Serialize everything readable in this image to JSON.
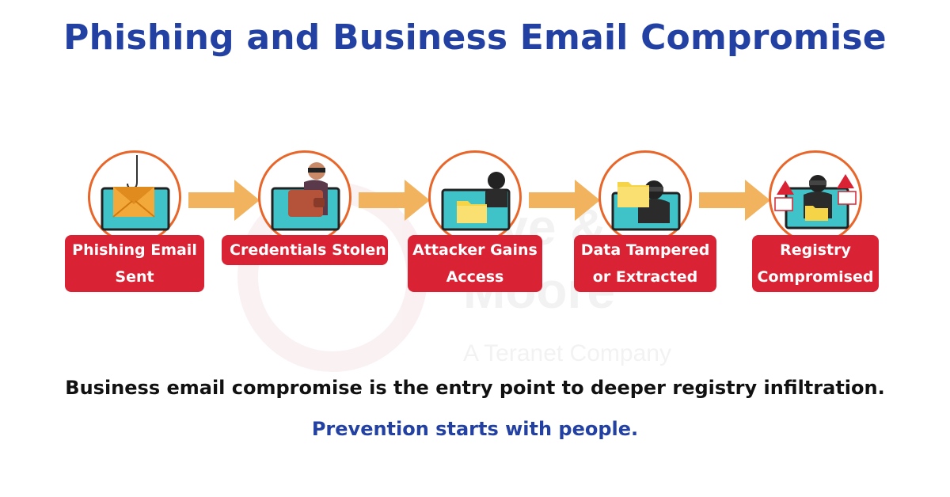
{
  "title": "Phishing and Business Email Compromise",
  "colors": {
    "title": "#2341a3",
    "accent_circle": "#e8662a",
    "arrow": "#f2b35f",
    "label_bg": "#d92233",
    "tagline": "#2341a3",
    "screen": "#3fc3c9"
  },
  "watermark": {
    "line1": "Dye &",
    "line2": "Moore",
    "sub": "A Teranet Company"
  },
  "steps": [
    {
      "lines": [
        "Phishing Email",
        "Sent"
      ],
      "icon": "phishing-email-icon"
    },
    {
      "lines": [
        "Credentials Stolen"
      ],
      "icon": "credentials-thief-icon"
    },
    {
      "lines": [
        "Attacker Gains",
        "Access"
      ],
      "icon": "attacker-access-icon"
    },
    {
      "lines": [
        "Data Tampered",
        "or Extracted"
      ],
      "icon": "data-theft-icon"
    },
    {
      "lines": [
        "Registry",
        "Compromised"
      ],
      "icon": "registry-compromise-icon"
    }
  ],
  "caption": "Business email compromise is the entry point to deeper registry infiltration.",
  "tagline": "Prevention starts with people."
}
